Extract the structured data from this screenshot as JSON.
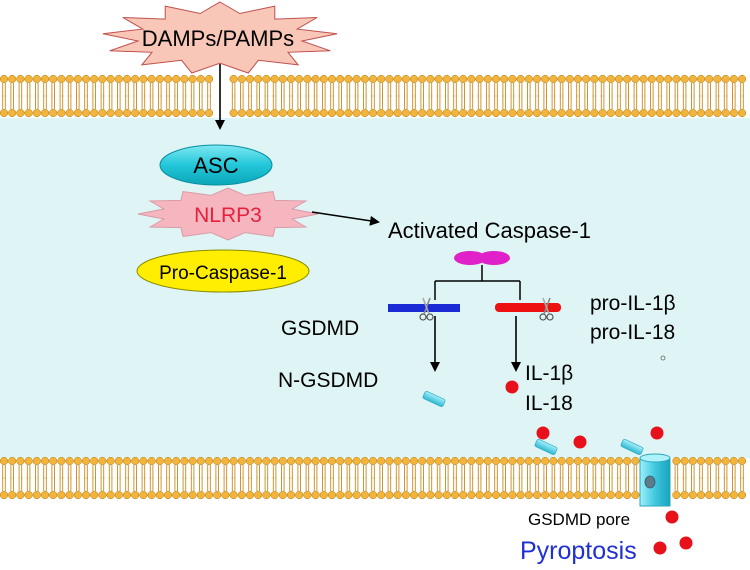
{
  "labels": {
    "damps": "DAMPs/PAMPs",
    "asc": "ASC",
    "nlrp3": "NLRP3",
    "pro_caspase": "Pro-Caspase-1",
    "activated_caspase": "Activated Caspase-1",
    "gsdmd": "GSDMD",
    "pro_il1b": "pro-IL-1β",
    "pro_il18": "pro-IL-18",
    "n_gsdmd": "N-GSDMD",
    "il1b": "IL-1β",
    "il18": "IL-18",
    "gsdmd_pore": "GSDMD pore",
    "pyroptosis": "Pyroptosis"
  },
  "colors": {
    "cytoplasm": "#dff5f5",
    "lipid_head": "#f2b43a",
    "lipid_tail": "#c98a1e",
    "damps_star": "#f9c7b7",
    "asc": "#22c7d9",
    "nlrp3_star": "#f6b6c0",
    "nlrp3_text": "#e8203c",
    "pro_caspase": "#ffee00",
    "caspase_dimer": "#e020c8",
    "gsdmd_bar": "#1a2bd6",
    "pro_il_bar": "#ee1111",
    "cytokine_dot": "#e8101a",
    "pore": "#4dd2e6",
    "pyroptosis_text": "#1f2fd1"
  }
}
